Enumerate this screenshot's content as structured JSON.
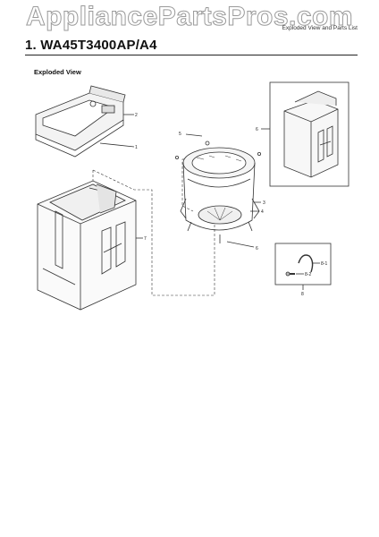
{
  "watermark": "AppliancePartsPros.com",
  "header_right": "Exploded View and Parts List",
  "title": "1.  WA45T3400AP/A4",
  "subtitle": "Exploded View",
  "callouts": {
    "c1": "1",
    "c2": "2",
    "c3": "3",
    "c4": "4",
    "c5": "5",
    "c6": "6",
    "c6b": "6",
    "c7": "7",
    "c8": "8",
    "c8_1": "8-1",
    "c8_2": "8-2"
  }
}
